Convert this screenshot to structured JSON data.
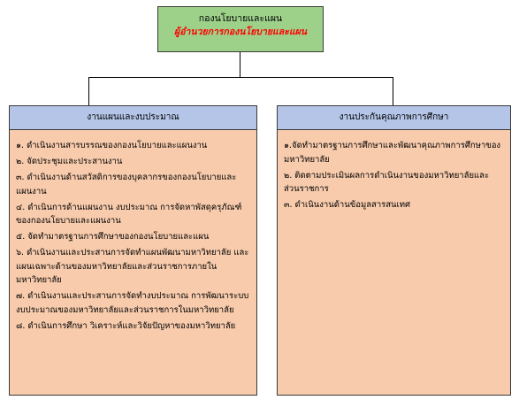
{
  "top": {
    "title": "กองนโยบายและแผน",
    "subtitle": "ผู้อำนวยการกองนโยบายและแผน"
  },
  "left": {
    "heading": "งานแผนและงบประมาณ",
    "items": [
      "๑. ดำเนินงานสารบรรณของกองนโยบายและแผนงาน",
      "๒. จัดประชุมและประสานงาน",
      "๓. ดำเนินงานด้านสวัสดิการของบุคลากรของกองนโยบายและแผนงาน",
      "๔. ดำเนินการด้านแผนงาน งบประมาณ การจัดหาพัสดุครุภัณฑ์ของกองนโยบายและแผนงาน",
      "๕. จัดทำมาตรฐานการศึกษาของกองนโยบายและแผน",
      "๖. ดำเนินงานและประสานการจัดทำแผนพัฒนามหาวิทยาลัย และแผนเฉพาะด้านของมหาวิทยาลัยและส่วนราชการภายในมหาวิทยาลัย",
      "๗. ดำเนินงานและประสานการจัดทำงบประมาณ การพัฒนาระบบงบประมาณของมหาวิทยาลัยและส่วนราชการในมหาวิทยาลัย",
      "๘. ดำเนินการศึกษา วิเคราะห์และวิจัยปัญหาของมหาวิทยาลัย"
    ]
  },
  "right": {
    "heading": "งานประกันคุณภาพการศึกษา",
    "items": [
      "๑.จัดทำมาตรฐานการศึกษาและพัฒนาคุณภาพการศึกษาของมหาวิทยาลัย",
      "๒. ติดตามประเมินผลการดำเนินงานของมหาวิทยาลัยและส่วนราชการ",
      "๓. ดำเนินงานด้านข้อมูลสารสนเทศ"
    ]
  },
  "colors": {
    "top_fill": "#9dd18a",
    "subtitle": "#ff0000",
    "header_fill": "#b4c5e7",
    "body_fill": "#f7cbac",
    "border": "#3a3a3a"
  }
}
